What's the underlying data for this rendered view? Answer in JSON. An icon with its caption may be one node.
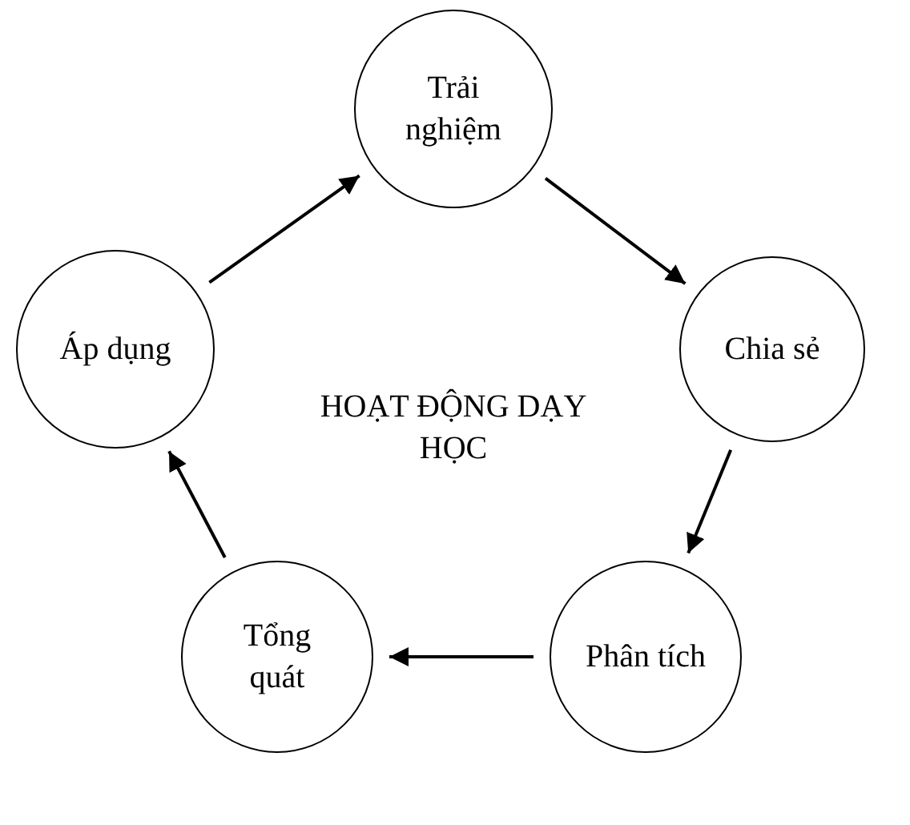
{
  "diagram": {
    "nodes": [
      {
        "text": [
          "Trải nghiệm"
        ]
      },
      {
        "text": [
          "Chia sẻ"
        ]
      },
      {
        "text": [
          "Phân tích"
        ]
      },
      {
        "text": [
          "Tổng quát"
        ]
      },
      {
        "text": [
          "Áp dụng"
        ]
      }
    ],
    "edges": [
      {
        "from": 0,
        "to": 1,
        "arrow": "to"
      },
      {
        "from": 1,
        "to": 2,
        "arrow": "to"
      },
      {
        "from": 2,
        "to": 3,
        "arrow": "to"
      },
      {
        "from": 3,
        "to": 4,
        "arrow": "to"
      },
      {
        "from": 4,
        "to": 0,
        "arrow": "to"
      }
    ],
    "labels": [
      "HOẠT ĐỘNG DẠY HỌC"
    ]
  }
}
